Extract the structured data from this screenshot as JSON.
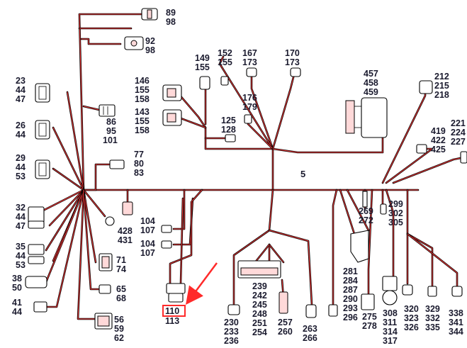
{
  "diagram": {
    "bus_label": "5",
    "accent_color": "#ff2a2a",
    "wire_color": "#000000",
    "highlight_color": "#ff3b3b",
    "highlighted_callout": "110",
    "arrow_icon": "red-arrow-icon",
    "callouts": [
      {
        "id": "c89",
        "lines": [
          "89",
          "98"
        ]
      },
      {
        "id": "c92",
        "lines": [
          "92",
          "98"
        ]
      },
      {
        "id": "c149",
        "lines": [
          "149",
          "155"
        ]
      },
      {
        "id": "c152",
        "lines": [
          "152",
          "155"
        ]
      },
      {
        "id": "c167",
        "lines": [
          "167",
          "173"
        ]
      },
      {
        "id": "c170",
        "lines": [
          "170",
          "173"
        ]
      },
      {
        "id": "c457",
        "lines": [
          "457",
          "458",
          "459"
        ]
      },
      {
        "id": "c212",
        "lines": [
          "212",
          "215",
          "218"
        ]
      },
      {
        "id": "c23",
        "lines": [
          "23",
          "44",
          "47"
        ]
      },
      {
        "id": "c146",
        "lines": [
          "146",
          "155",
          "158"
        ]
      },
      {
        "id": "c176",
        "lines": [
          "176",
          "179"
        ]
      },
      {
        "id": "c143",
        "lines": [
          "143",
          "155",
          "158"
        ]
      },
      {
        "id": "c86",
        "lines": [
          "86",
          "95",
          "101"
        ]
      },
      {
        "id": "c125",
        "lines": [
          "125",
          "128"
        ]
      },
      {
        "id": "c26",
        "lines": [
          "26",
          "44"
        ]
      },
      {
        "id": "c419",
        "lines": [
          "419",
          "422",
          "425"
        ]
      },
      {
        "id": "c221",
        "lines": [
          "221",
          "224",
          "227"
        ]
      },
      {
        "id": "c77",
        "lines": [
          "77",
          "80",
          "83"
        ]
      },
      {
        "id": "c29",
        "lines": [
          "29",
          "44",
          "53"
        ]
      },
      {
        "id": "c299",
        "lines": [
          "299",
          "302",
          "305"
        ]
      },
      {
        "id": "c269",
        "lines": [
          "269",
          "272"
        ]
      },
      {
        "id": "c32",
        "lines": [
          "32",
          "44",
          "47"
        ]
      },
      {
        "id": "c428",
        "lines": [
          "428",
          "431"
        ]
      },
      {
        "id": "c104a",
        "lines": [
          "104",
          "107"
        ]
      },
      {
        "id": "c104b",
        "lines": [
          "104",
          "107"
        ]
      },
      {
        "id": "c35",
        "lines": [
          "35",
          "44",
          "53"
        ]
      },
      {
        "id": "c71",
        "lines": [
          "71",
          "74"
        ]
      },
      {
        "id": "c38",
        "lines": [
          "38",
          "50"
        ]
      },
      {
        "id": "c65",
        "lines": [
          "65",
          "68"
        ]
      },
      {
        "id": "c281",
        "lines": [
          "281",
          "284",
          "287",
          "290",
          "293",
          "296"
        ]
      },
      {
        "id": "c239",
        "lines": [
          "239",
          "242",
          "245",
          "248",
          "251",
          "254"
        ]
      },
      {
        "id": "c41",
        "lines": [
          "41",
          "44"
        ]
      },
      {
        "id": "c110",
        "lines": [
          "110",
          "113"
        ]
      },
      {
        "id": "c56",
        "lines": [
          "56",
          "59",
          "62"
        ]
      },
      {
        "id": "c230",
        "lines": [
          "230",
          "233",
          "236"
        ]
      },
      {
        "id": "c257",
        "lines": [
          "257",
          "260"
        ]
      },
      {
        "id": "c263",
        "lines": [
          "263",
          "266"
        ]
      },
      {
        "id": "c275",
        "lines": [
          "275",
          "278"
        ]
      },
      {
        "id": "c308",
        "lines": [
          "308",
          "311",
          "314",
          "317"
        ]
      },
      {
        "id": "c320",
        "lines": [
          "320",
          "323",
          "326"
        ]
      },
      {
        "id": "c329",
        "lines": [
          "329",
          "332",
          "335"
        ]
      },
      {
        "id": "c338",
        "lines": [
          "338",
          "341",
          "344"
        ]
      }
    ]
  }
}
